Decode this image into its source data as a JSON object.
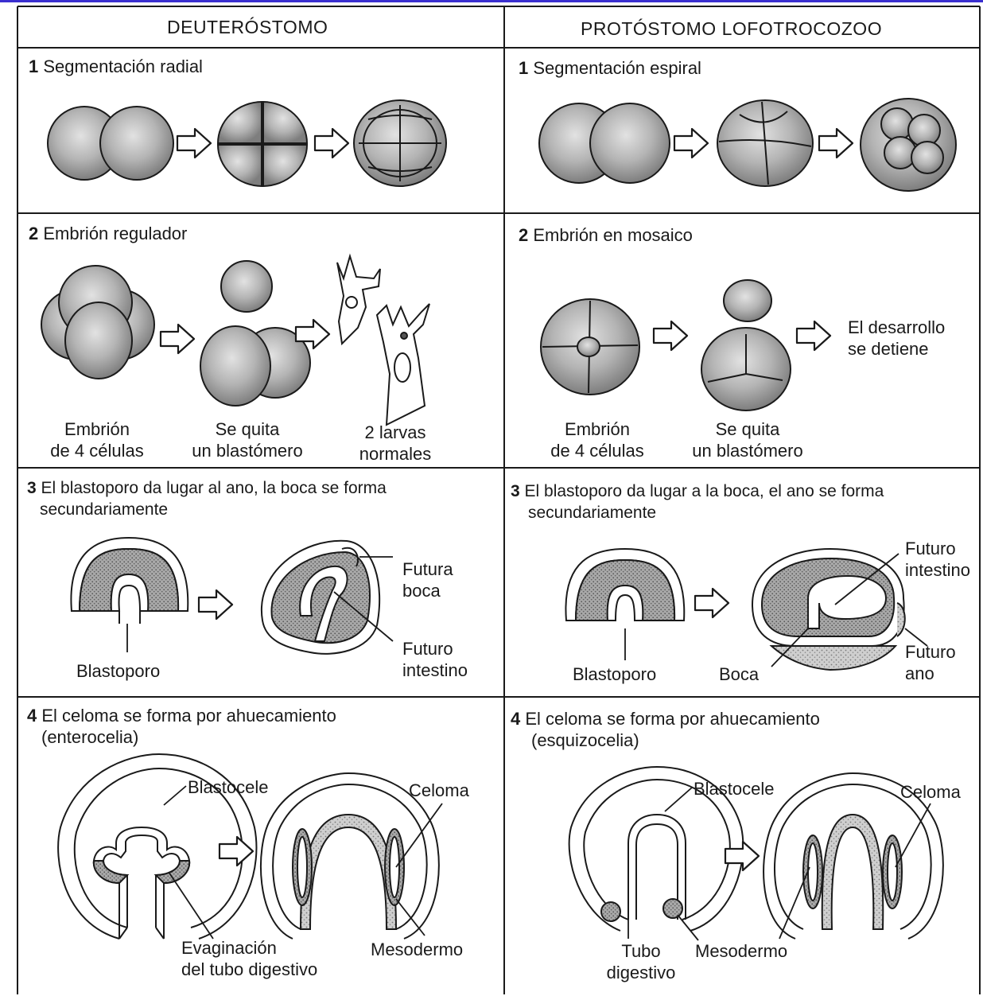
{
  "columns": [
    {
      "header": "DEUTERÓSTOMO"
    },
    {
      "header": "PROTÓSTOMO LOFOTROCOZOO"
    }
  ],
  "rows": [
    {
      "left": {
        "num": "1",
        "title": "Segmentación radial"
      },
      "right": {
        "num": "1",
        "title": "Segmentación espiral"
      }
    },
    {
      "left": {
        "num": "2",
        "title": "Embrión regulador",
        "cap1a": "Embrión",
        "cap1b": "de 4 células",
        "cap2a": "Se quita",
        "cap2b": "un blastómero",
        "cap3a": "2 larvas",
        "cap3b": "normales"
      },
      "right": {
        "num": "2",
        "title": "Embrión en mosaico",
        "cap1a": "Embrión",
        "cap1b": "de 4 células",
        "cap2a": "Se quita",
        "cap2b": "un blastómero",
        "stopa": "El desarrollo",
        "stopb": "se detiene"
      }
    },
    {
      "left": {
        "num": "3",
        "title_a": "El blastoporo da lugar al ano, la boca se forma",
        "title_b": "secundariamente",
        "blastoporo": "Blastoporo",
        "boca_a": "Futura",
        "boca_b": "boca",
        "int_a": "Futuro",
        "int_b": "intestino"
      },
      "right": {
        "num": "3",
        "title_a": "El blastoporo da lugar a la boca, el ano se forma",
        "title_b": "secundariamente",
        "blastoporo": "Blastoporo",
        "boca": "Boca",
        "int_a": "Futuro",
        "int_b": "intestino",
        "ano_a": "Futuro",
        "ano_b": "ano"
      }
    },
    {
      "left": {
        "num": "4",
        "title_a": "El celoma se forma por ahuecamiento",
        "title_b": "(enterocelia)",
        "blastocele": "Blastocele",
        "celoma": "Celoma",
        "evag_a": "Evaginación",
        "evag_b": "del tubo digestivo",
        "meso": "Mesodermo"
      },
      "right": {
        "num": "4",
        "title_a": "El celoma se forma por ahuecamiento",
        "title_b": "(esquizocelia)",
        "blastocele": "Blastocele",
        "celoma": "Celoma",
        "tubo_a": "Tubo",
        "tubo_b": "digestivo",
        "meso": "Mesodermo"
      }
    }
  ],
  "colors": {
    "ink": "#1a1a1a",
    "cell_fill": "#b8b8b8",
    "cell_dark": "#8a8a8a",
    "paper": "#ffffff",
    "top_rule": "#3a2fd0"
  }
}
